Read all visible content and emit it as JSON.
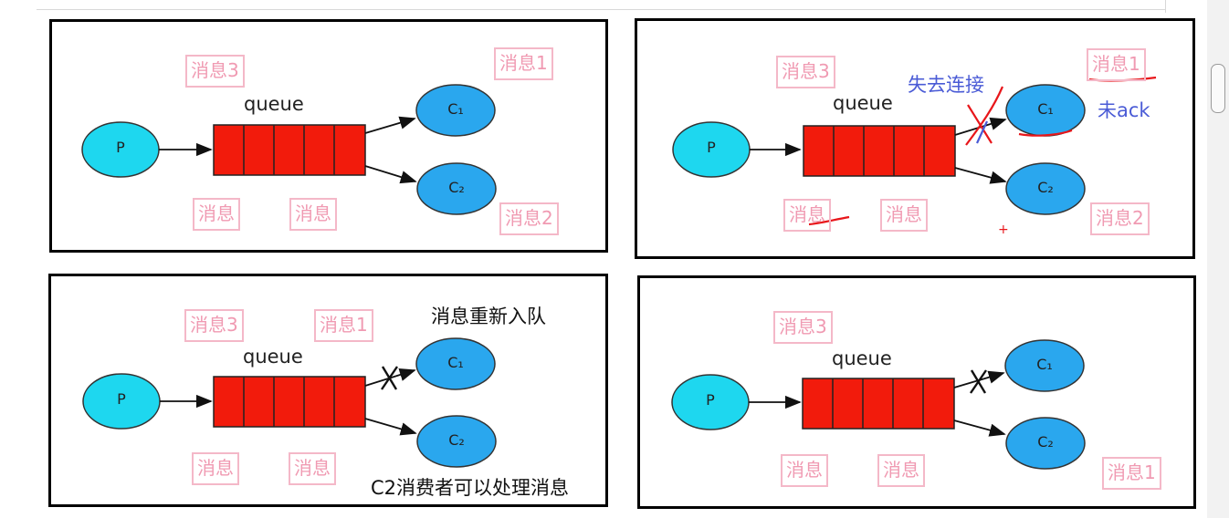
{
  "labels": {
    "msg3": "消息3",
    "msg1": "消息1",
    "msg2": "消息2",
    "msg": "消息",
    "queue": "queue",
    "producer": "P",
    "consumer1": "C₁",
    "consumer2": "C₂"
  },
  "annotations": {
    "lost_connection": "失去连接",
    "no_ack": "未ack",
    "requeue": "消息重新入队",
    "c2_can_process": "C2消费者可以处理消息"
  },
  "colors": {
    "queue_fill": "#f21b0c",
    "producer_fill": "#1ed7ef",
    "consumer_fill": "#2aa7ee",
    "label_border": "#f4b8c8",
    "label_text": "#f09ab2",
    "blue_annotation": "#4a5bd6",
    "red_mark": "#e8161a"
  }
}
